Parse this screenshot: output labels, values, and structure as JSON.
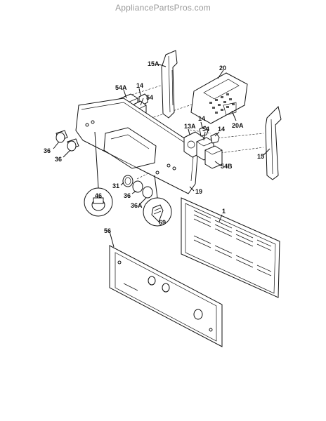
{
  "watermark": "AppliancePartsPros.com",
  "labels": {
    "p15a": "15A",
    "p20": "20",
    "p54a": "54A",
    "p14a": "14",
    "p54a2": "54",
    "p20a": "20A",
    "p14b": "14",
    "p13a": "13A",
    "p54b2": "54",
    "p14c": "14",
    "p15": "15",
    "p54b": "54B",
    "p36a": "36",
    "p36b": "36",
    "p46": "46",
    "p31": "31",
    "p36c": "36",
    "p36A": "36A",
    "p19": "19",
    "p69": "69",
    "p1": "1",
    "p56": "56"
  }
}
